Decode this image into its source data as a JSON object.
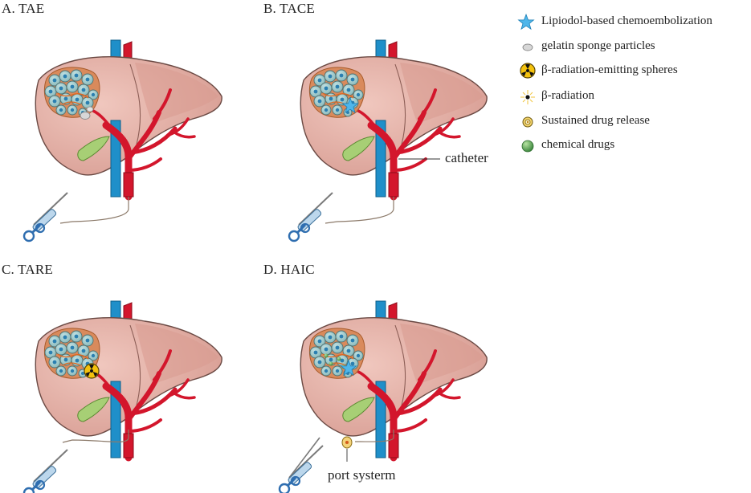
{
  "panels": [
    {
      "id": "A",
      "title": "A. TAE",
      "agent": "gelatin-sponge"
    },
    {
      "id": "B",
      "title": "B. TACE",
      "agent": "lipiodol-star"
    },
    {
      "id": "C",
      "title": "C. TARE",
      "agent": "radiation-sphere"
    },
    {
      "id": "D",
      "title": "D. HAIC",
      "agent": "lipiodol-star"
    }
  ],
  "legend": [
    {
      "label": "Lipiodol-based chemoembolization",
      "icon": "blue-star-icon"
    },
    {
      "label": "gelatin sponge particles",
      "icon": "gray-particle-icon"
    },
    {
      "label": "β-radiation-emitting spheres",
      "icon": "radiation-sphere-icon"
    },
    {
      "label": "β-radiation",
      "icon": "burst-dot-icon"
    },
    {
      "label": "Sustained drug release",
      "icon": "target-ring-icon"
    },
    {
      "label": "chemical drugs",
      "icon": "green-sphere-icon"
    }
  ],
  "callouts": {
    "catheter": "catheter",
    "port": "port systerm"
  },
  "colors": {
    "liver": "#e2a99f",
    "liver_outline": "#6b4a44",
    "vein": "#1f8fc9",
    "artery": "#d3162c",
    "tumor_cell": "#8fc1c3",
    "legend_star": "#4fb6ea"
  }
}
